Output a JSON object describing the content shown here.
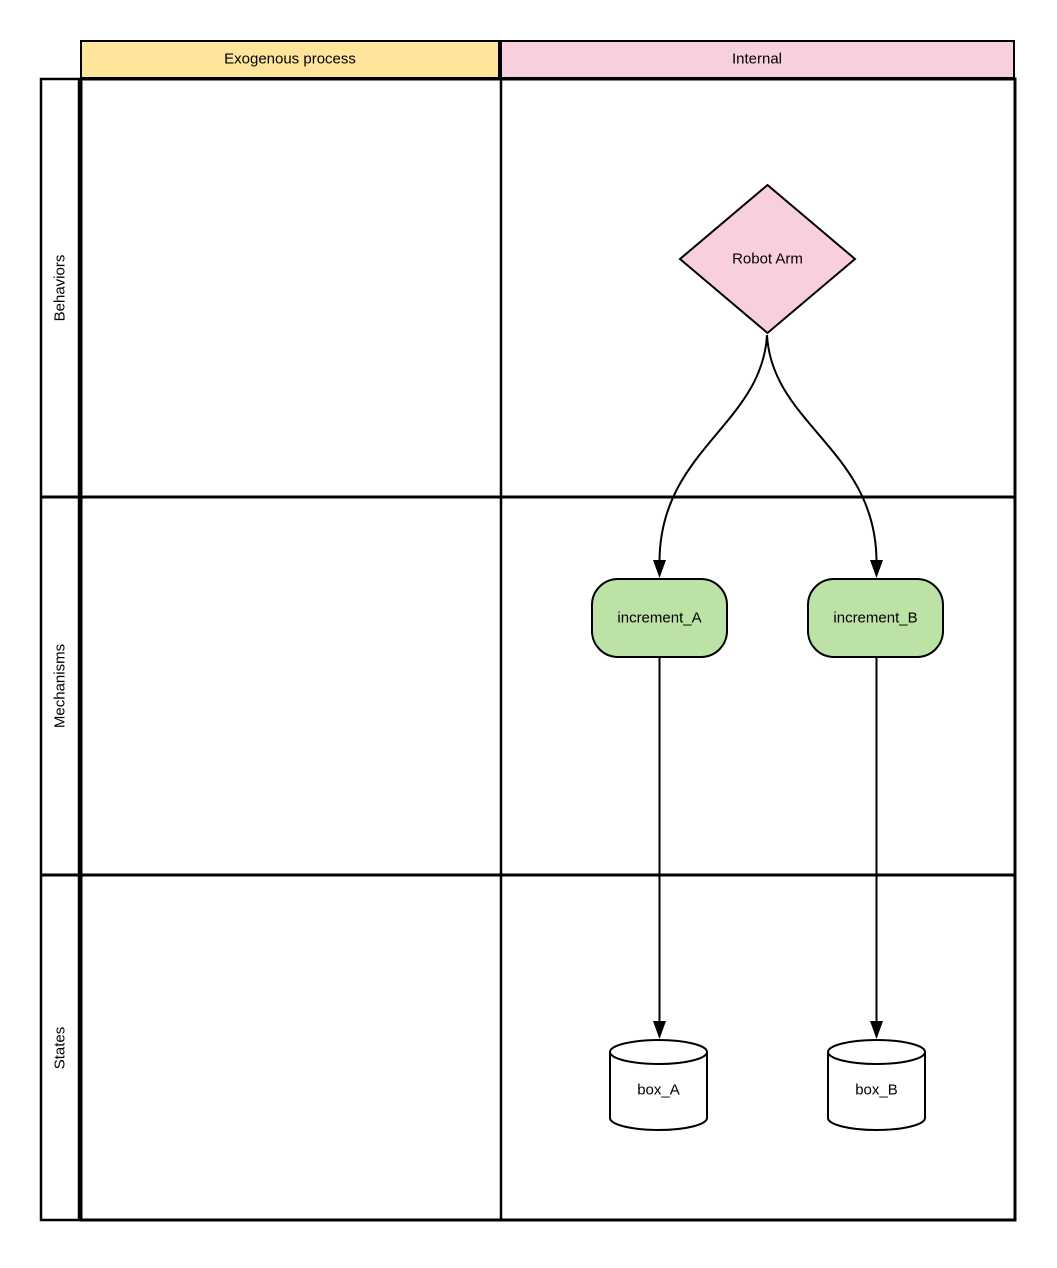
{
  "diagram": {
    "header": {
      "exogenous": "Exogenous process",
      "internal": "Internal"
    },
    "row_labels": {
      "behaviors": "Behaviors",
      "mechanisms": "Mechanisms",
      "states": "States"
    },
    "nodes": {
      "robot_arm": "Robot Arm",
      "increment_a": "increment_A",
      "increment_b": "increment_B",
      "box_a": "box_A",
      "box_b": "box_B"
    },
    "colors": {
      "header_yellow": "#FFE59B",
      "header_pink": "#F8CFDC",
      "diamond_pink": "#F8CFDC",
      "mechanism_green": "#BCE2A6",
      "sidebar_gray": "#E9E9E9",
      "cylinder_white": "#FFFFFF",
      "stroke_black": "#000000",
      "canvas_white": "#FFFFFF"
    }
  }
}
